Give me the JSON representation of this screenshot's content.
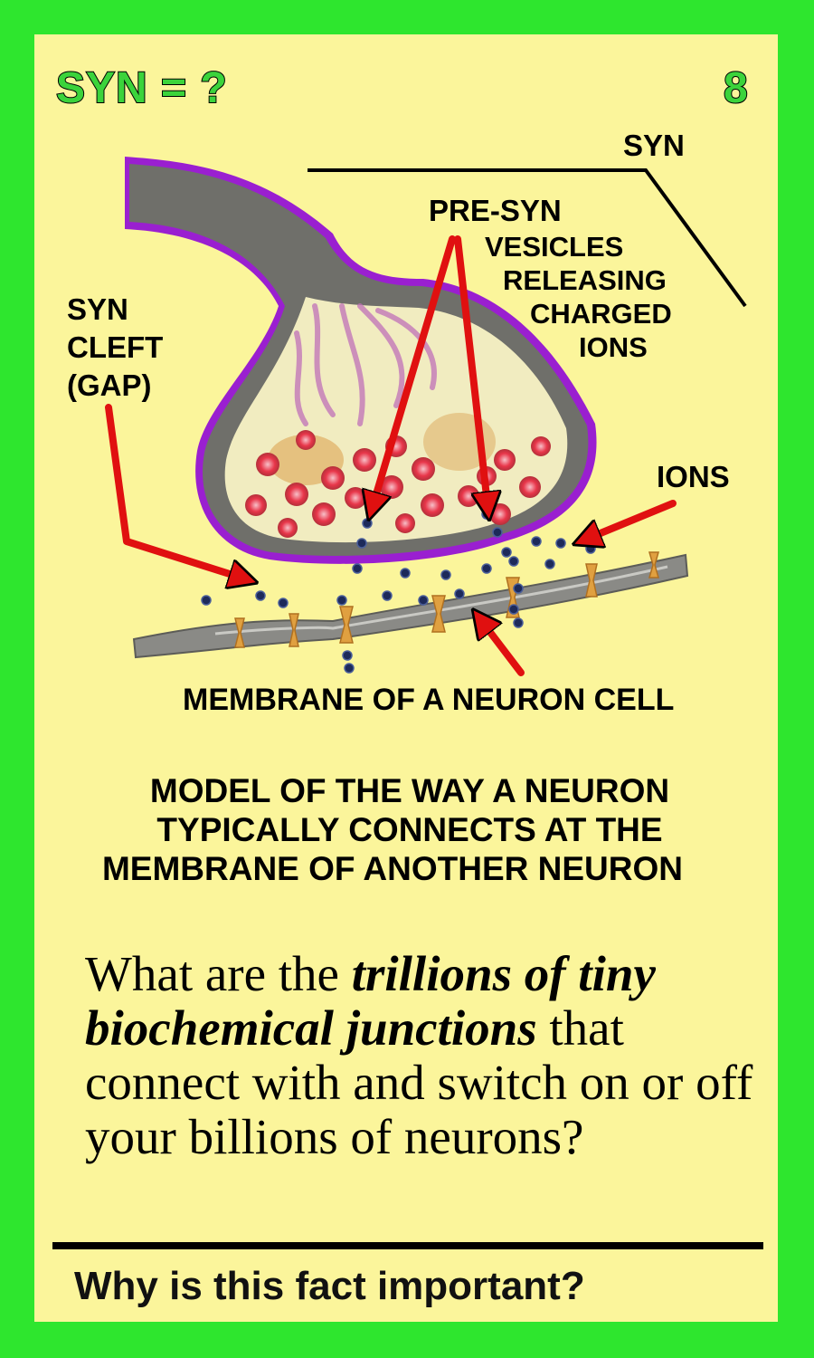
{
  "header": {
    "title": "SYN = ?",
    "card_number": "8"
  },
  "diagram": {
    "labels": {
      "syn": "SYN",
      "pre_syn": "PRE-SYN",
      "vesicles": [
        "VESICLES",
        "RELEASING",
        "CHARGED",
        "IONS"
      ],
      "cleft": [
        "SYN",
        "CLEFT",
        "(GAP)"
      ],
      "ions": "IONS",
      "membrane": "MEMBRANE OF A NEURON CELL"
    },
    "colors": {
      "arrow": "#e01010",
      "terminal_outline": "#9a1fd0",
      "terminal_wall": "#6f6f6a",
      "vesicle": "#e8364a",
      "ion": "#1d2a5a",
      "receptor": "#e0a040"
    }
  },
  "caption": {
    "lines": [
      "MODEL OF THE WAY A NEURON",
      "TYPICALLY CONNECTS AT THE",
      "MEMBRANE OF ANOTHER NEURON"
    ]
  },
  "question": {
    "part1": "What are the ",
    "emphasis": "trillions of tiny biochemical junctions",
    "part2": " that connect with and switch on or off your billions of neurons?"
  },
  "footer": {
    "prompt": "Why is this fact important?"
  }
}
